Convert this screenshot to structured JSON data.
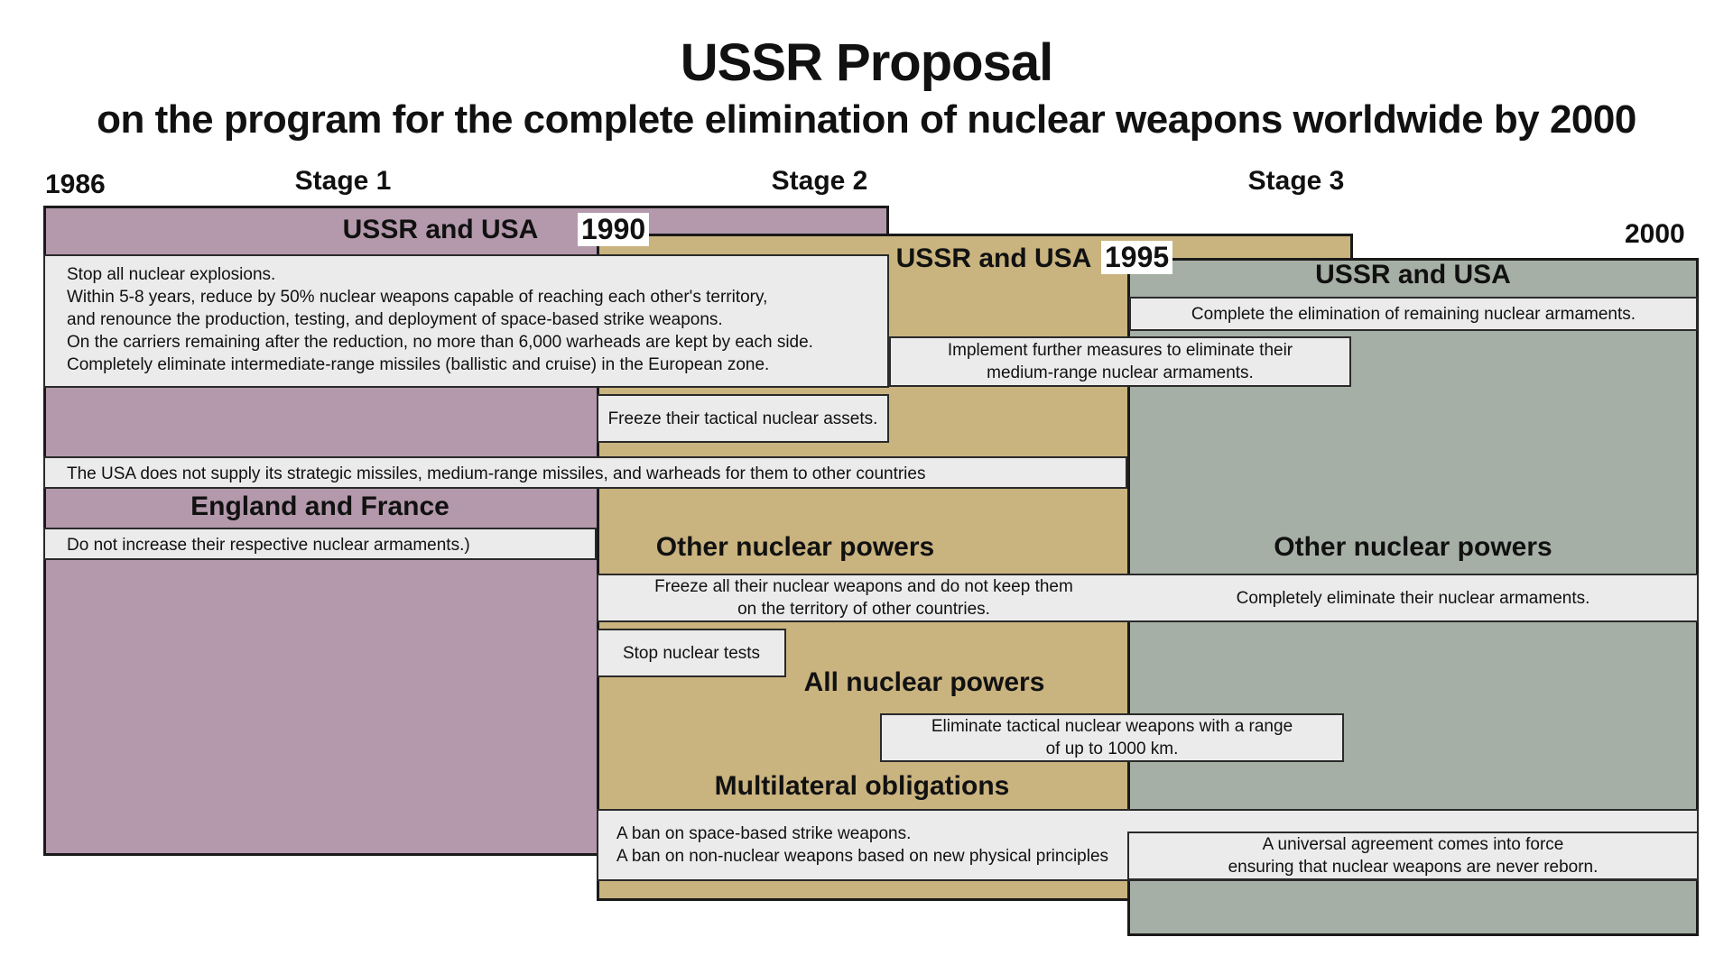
{
  "title": "USSR Proposal",
  "subtitle": "on the program for the complete elimination of nuclear weapons worldwide by 2000",
  "colors": {
    "stage1": "#b399ab",
    "stage2": "#c9b37f",
    "stage3": "#a6afa5",
    "band": "#ebebeb"
  },
  "years": {
    "y1986": "1986",
    "y1990": "1990",
    "y1995": "1995",
    "y2000": "2000"
  },
  "stages": {
    "s1": "Stage 1",
    "s2": "Stage 2",
    "s3": "Stage 3"
  },
  "stage1": {
    "heading": "USSR and USA",
    "items": [
      "Stop all nuclear explosions.",
      "Within 5-8 years, reduce by 50% nuclear weapons capable of reaching each other's territory,",
      "and renounce the production, testing, and deployment of space-based strike weapons.",
      "On the carriers remaining after the reduction, no more than 6,000 warheads are kept by each side.",
      "Completely eliminate intermediate-range missiles (ballistic and cruise) in the European zone."
    ],
    "usa_supply": "The USA does not supply its strategic missiles, medium-range missiles, and warheads for them to other countries",
    "england_france_heading": "England and France",
    "england_france_item": "Do not increase their respective nuclear armaments.)"
  },
  "stage2": {
    "heading": "USSR and USA",
    "further_line1": "Implement further measures to eliminate their",
    "further_line2": "medium-range nuclear armaments.",
    "freeze_tactical": "Freeze their tactical nuclear assets.",
    "other_heading": "Other nuclear powers",
    "freeze_all_line1": "Freeze all their nuclear weapons and do not keep them",
    "freeze_all_line2": "on the territory of other countries.",
    "stop_tests": "Stop nuclear tests",
    "all_heading": "All nuclear powers",
    "tactical_line1": "Eliminate tactical nuclear weapons with a range",
    "tactical_line2": "of up to 1000 km.",
    "multi_heading": "Multilateral obligations",
    "ban1": "A ban on space-based strike weapons.",
    "ban2": "A ban on non-nuclear weapons based on new physical principles"
  },
  "stage3": {
    "heading": "USSR and USA",
    "complete_elim": "Complete the elimination of remaining nuclear armaments.",
    "other_heading": "Other nuclear powers",
    "other_item": "Completely eliminate their nuclear armaments.",
    "universal_line1": "A universal agreement comes into force",
    "universal_line2": "ensuring that nuclear weapons are never reborn."
  }
}
